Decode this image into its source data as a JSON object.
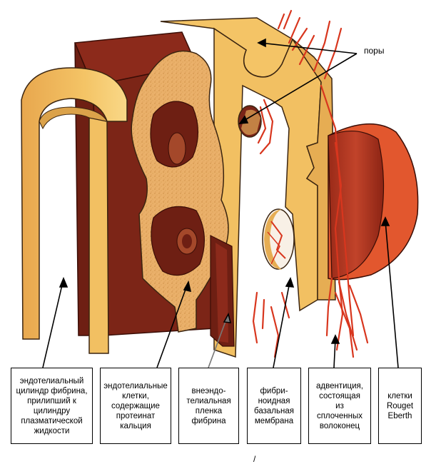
{
  "labels": {
    "pores": "поры",
    "l1": "эндотелиальный\nцилиндр фибрина,\nприлипший к\nцилиндру\nплазматической\nжидкости",
    "l2": "эндотелиальные\nклетки,\nсодержащие\nпротеинат\nкальция",
    "l3": "внеэндо-\nтелиальная\nпленка\nфибрина",
    "l4": "фибри-\nноидная\nбазальная\nмембрана",
    "l5": "адвентиция,\nсостоящая\nиз\nсплоченных\nволоконец",
    "l6": "клетки\nRouget\nEberth",
    "bottom_mark": "/"
  },
  "colors": {
    "cream": "#f2c265",
    "cream_light": "#f7d488",
    "cream_dark": "#dba24a",
    "maroon": "#7a2418",
    "maroon_dark": "#5a160e",
    "speckle": "#e8ad63",
    "red_vessel": "#d8361e",
    "orange_cell": "#e2572e"
  }
}
